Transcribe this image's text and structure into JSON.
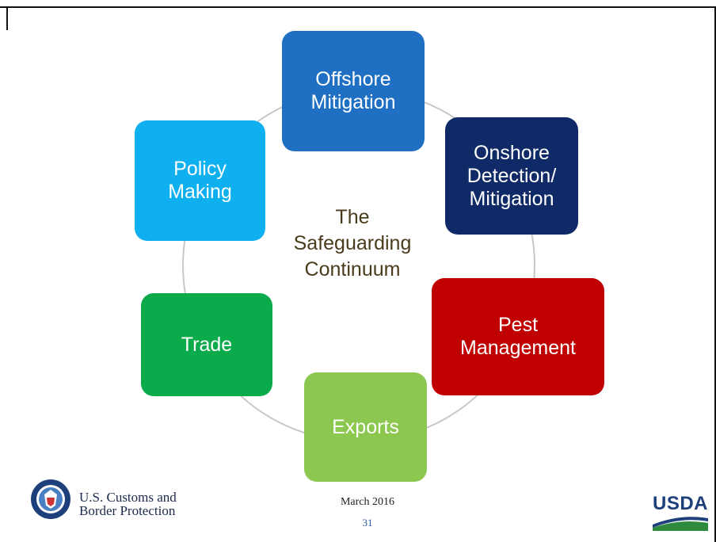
{
  "diagram": {
    "center_title_lines": [
      "The",
      "Safeguarding",
      "Continuum"
    ],
    "nodes": [
      {
        "id": "offshore",
        "lines": [
          "Offshore",
          "Mitigation"
        ],
        "color": "#1f6fc3"
      },
      {
        "id": "onshore",
        "lines": [
          "Onshore",
          "Detection/",
          "Mitigation"
        ],
        "color": "#0f2a66"
      },
      {
        "id": "pest",
        "lines": [
          "Pest",
          "Management"
        ],
        "color": "#c00000"
      },
      {
        "id": "exports",
        "lines": [
          "Exports"
        ],
        "color": "#8cc850"
      },
      {
        "id": "trade",
        "lines": [
          "Trade"
        ],
        "color": "#0bab4b"
      },
      {
        "id": "policy",
        "lines": [
          "Policy",
          "Making"
        ],
        "color": "#0eb0ef"
      }
    ]
  },
  "footer": {
    "agency_line1": "U.S. Customs and",
    "agency_line2": "Border Protection",
    "date": "March 2016",
    "page_number": "31",
    "usda_label": "USDA"
  },
  "colors": {
    "ring": "#c8c8c8",
    "usda_blue": "#1d3f7a",
    "usda_green": "#2e8b3e"
  }
}
